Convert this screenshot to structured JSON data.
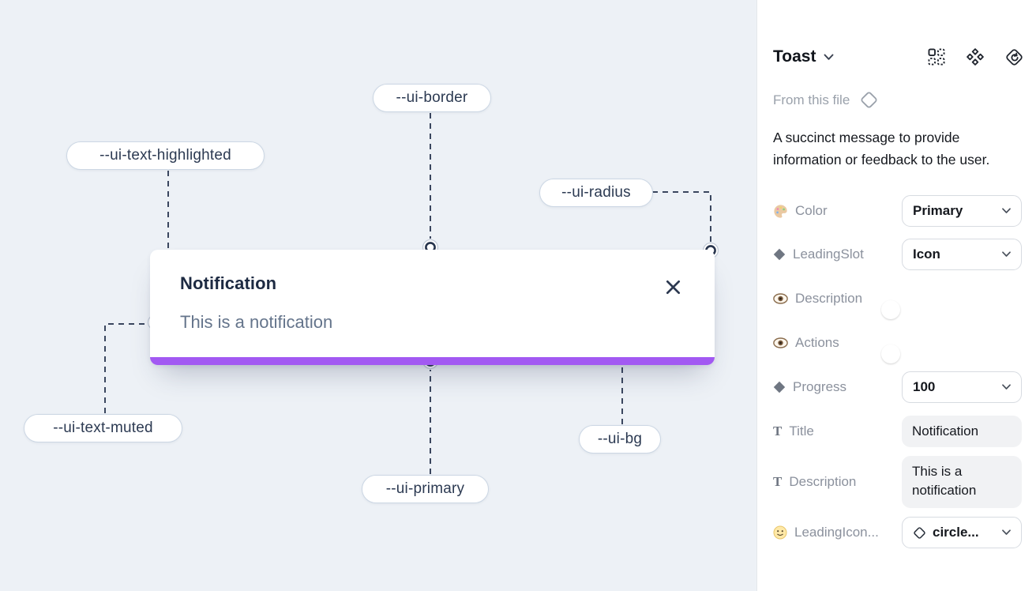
{
  "canvas": {
    "toast": {
      "title": "Notification",
      "description": "This is a notification"
    },
    "annotations": [
      {
        "text": "--ui-border"
      },
      {
        "text": "--ui-text-highlighted"
      },
      {
        "text": "--ui-radius"
      },
      {
        "text": "--ui-text-muted"
      },
      {
        "text": "--ui-primary"
      },
      {
        "text": "--ui-bg"
      }
    ]
  },
  "panel": {
    "title": "Toast",
    "source_label": "From this file",
    "description": "A succinct message to provide information or feedback to the user.",
    "properties": {
      "color": {
        "label": "Color",
        "value": "Primary"
      },
      "leading_slot": {
        "label": "LeadingSlot",
        "value": "Icon"
      },
      "description_visible": {
        "label": "Description",
        "enabled": true
      },
      "actions_visible": {
        "label": "Actions",
        "enabled": true
      },
      "progress": {
        "label": "Progress",
        "value": "100"
      },
      "title_text": {
        "label": "Title",
        "value": "Notification"
      },
      "description_text": {
        "label": "Description",
        "value": "This is a notification"
      },
      "leading_icon": {
        "label": "LeadingIcon...",
        "value": "circle..."
      }
    }
  },
  "icons": {
    "text_type_glyph": "T",
    "header_tools": [
      "instance-grid-icon",
      "component-cluster-icon",
      "return-to-component-icon"
    ],
    "property_icons": [
      "palette-icon",
      "diamond-icon",
      "eye-icon",
      "eye-icon",
      "diamond-icon",
      "text-type-icon",
      "text-type-icon",
      "smiley-icon"
    ]
  },
  "colors": {
    "primary_purple": "#a259f2",
    "toggle_blue": "#1a9bff",
    "canvas_bg": "#edf1f6",
    "dashed_line": "#3a465e"
  }
}
